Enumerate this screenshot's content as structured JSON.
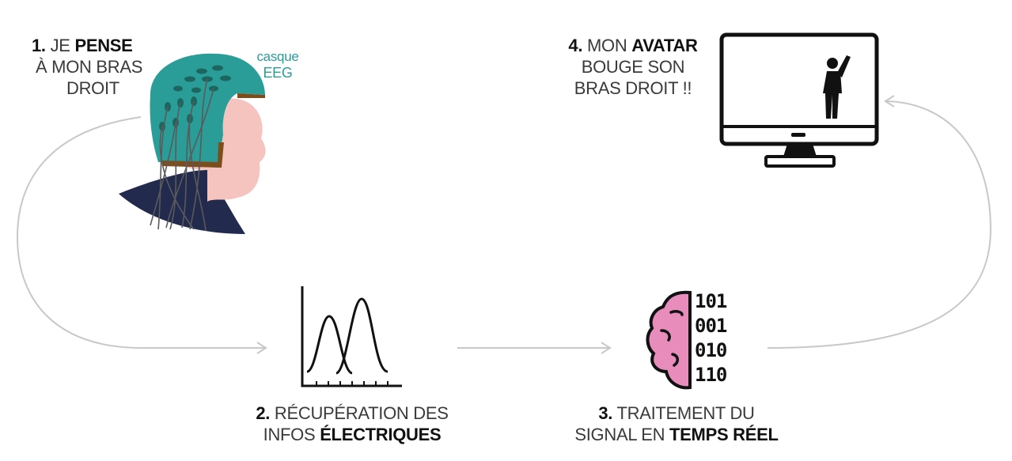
{
  "steps": [
    {
      "num": "1.",
      "lines": [
        [
          "JE ",
          "PENSE"
        ],
        [
          "À MON BRAS"
        ],
        [
          "DROIT"
        ]
      ]
    },
    {
      "num": "2.",
      "lines": [
        [
          "RÉCUPÉRATION DES"
        ],
        [
          "INFOS ",
          "ÉLECTRIQUES"
        ]
      ]
    },
    {
      "num": "3.",
      "lines": [
        [
          "TRAITEMENT DU"
        ],
        [
          "SIGNAL EN ",
          "TEMPS RÉEL"
        ]
      ]
    },
    {
      "num": "4.",
      "lines": [
        [
          "MON ",
          "AVATAR"
        ],
        [
          "BOUGE SON"
        ],
        [
          "BRAS DROIT !!"
        ]
      ]
    }
  ],
  "helmet_label": {
    "line1": "casque",
    "line2": "EEG"
  },
  "binary_rows": [
    "101",
    "001",
    "010",
    "110"
  ],
  "colors": {
    "helmet": "#2a9d98",
    "skin": "#f6c4bf",
    "shirt": "#222a4e",
    "brain": "#e88cbc",
    "arrow": "#c8c8c8"
  },
  "icons": [
    "eeg-head-icon",
    "waveform-chart-icon",
    "brain-binary-icon",
    "monitor-avatar-icon"
  ]
}
